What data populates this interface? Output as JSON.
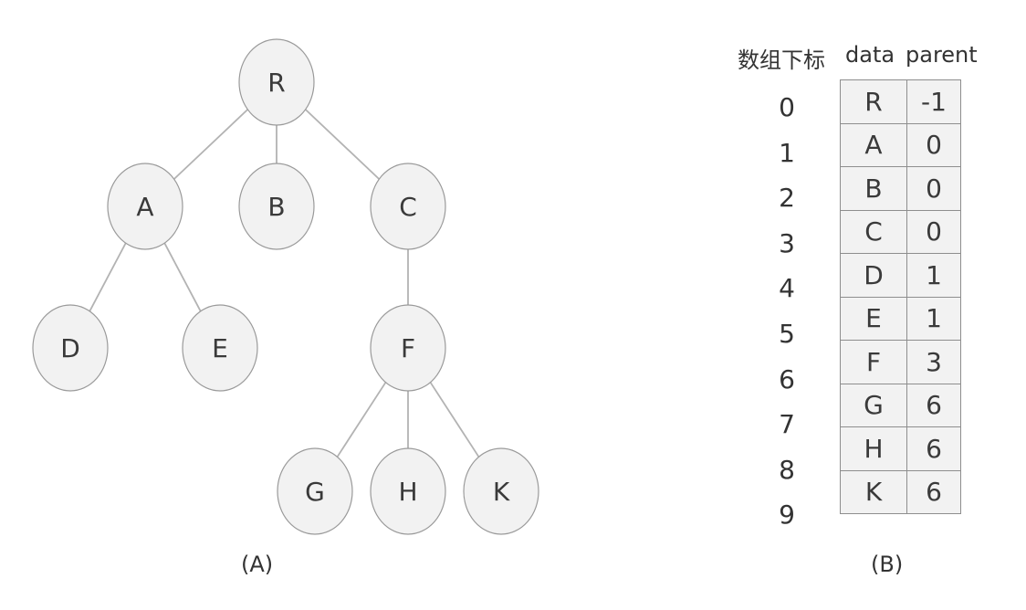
{
  "tree": {
    "nodes": [
      {
        "id": "R",
        "label": "R"
      },
      {
        "id": "A",
        "label": "A"
      },
      {
        "id": "B",
        "label": "B"
      },
      {
        "id": "C",
        "label": "C"
      },
      {
        "id": "D",
        "label": "D"
      },
      {
        "id": "E",
        "label": "E"
      },
      {
        "id": "F",
        "label": "F"
      },
      {
        "id": "G",
        "label": "G"
      },
      {
        "id": "H",
        "label": "H"
      },
      {
        "id": "K",
        "label": "K"
      }
    ],
    "edges": [
      [
        "R",
        "A"
      ],
      [
        "R",
        "B"
      ],
      [
        "R",
        "C"
      ],
      [
        "A",
        "D"
      ],
      [
        "A",
        "E"
      ],
      [
        "C",
        "F"
      ],
      [
        "F",
        "G"
      ],
      [
        "F",
        "H"
      ],
      [
        "F",
        "K"
      ]
    ],
    "caption": "(A)"
  },
  "table": {
    "headers": {
      "index": "数组下标",
      "data": "data",
      "parent": "parent"
    },
    "rows": [
      {
        "index": "0",
        "data": "R",
        "parent": "-1"
      },
      {
        "index": "1",
        "data": "A",
        "parent": "0"
      },
      {
        "index": "2",
        "data": "B",
        "parent": "0"
      },
      {
        "index": "3",
        "data": "C",
        "parent": "0"
      },
      {
        "index": "4",
        "data": "D",
        "parent": "1"
      },
      {
        "index": "5",
        "data": "E",
        "parent": "1"
      },
      {
        "index": "6",
        "data": "F",
        "parent": "3"
      },
      {
        "index": "7",
        "data": "G",
        "parent": "6"
      },
      {
        "index": "8",
        "data": "H",
        "parent": "6"
      },
      {
        "index": "9",
        "data": "K",
        "parent": "6"
      }
    ],
    "caption": "(B)"
  }
}
